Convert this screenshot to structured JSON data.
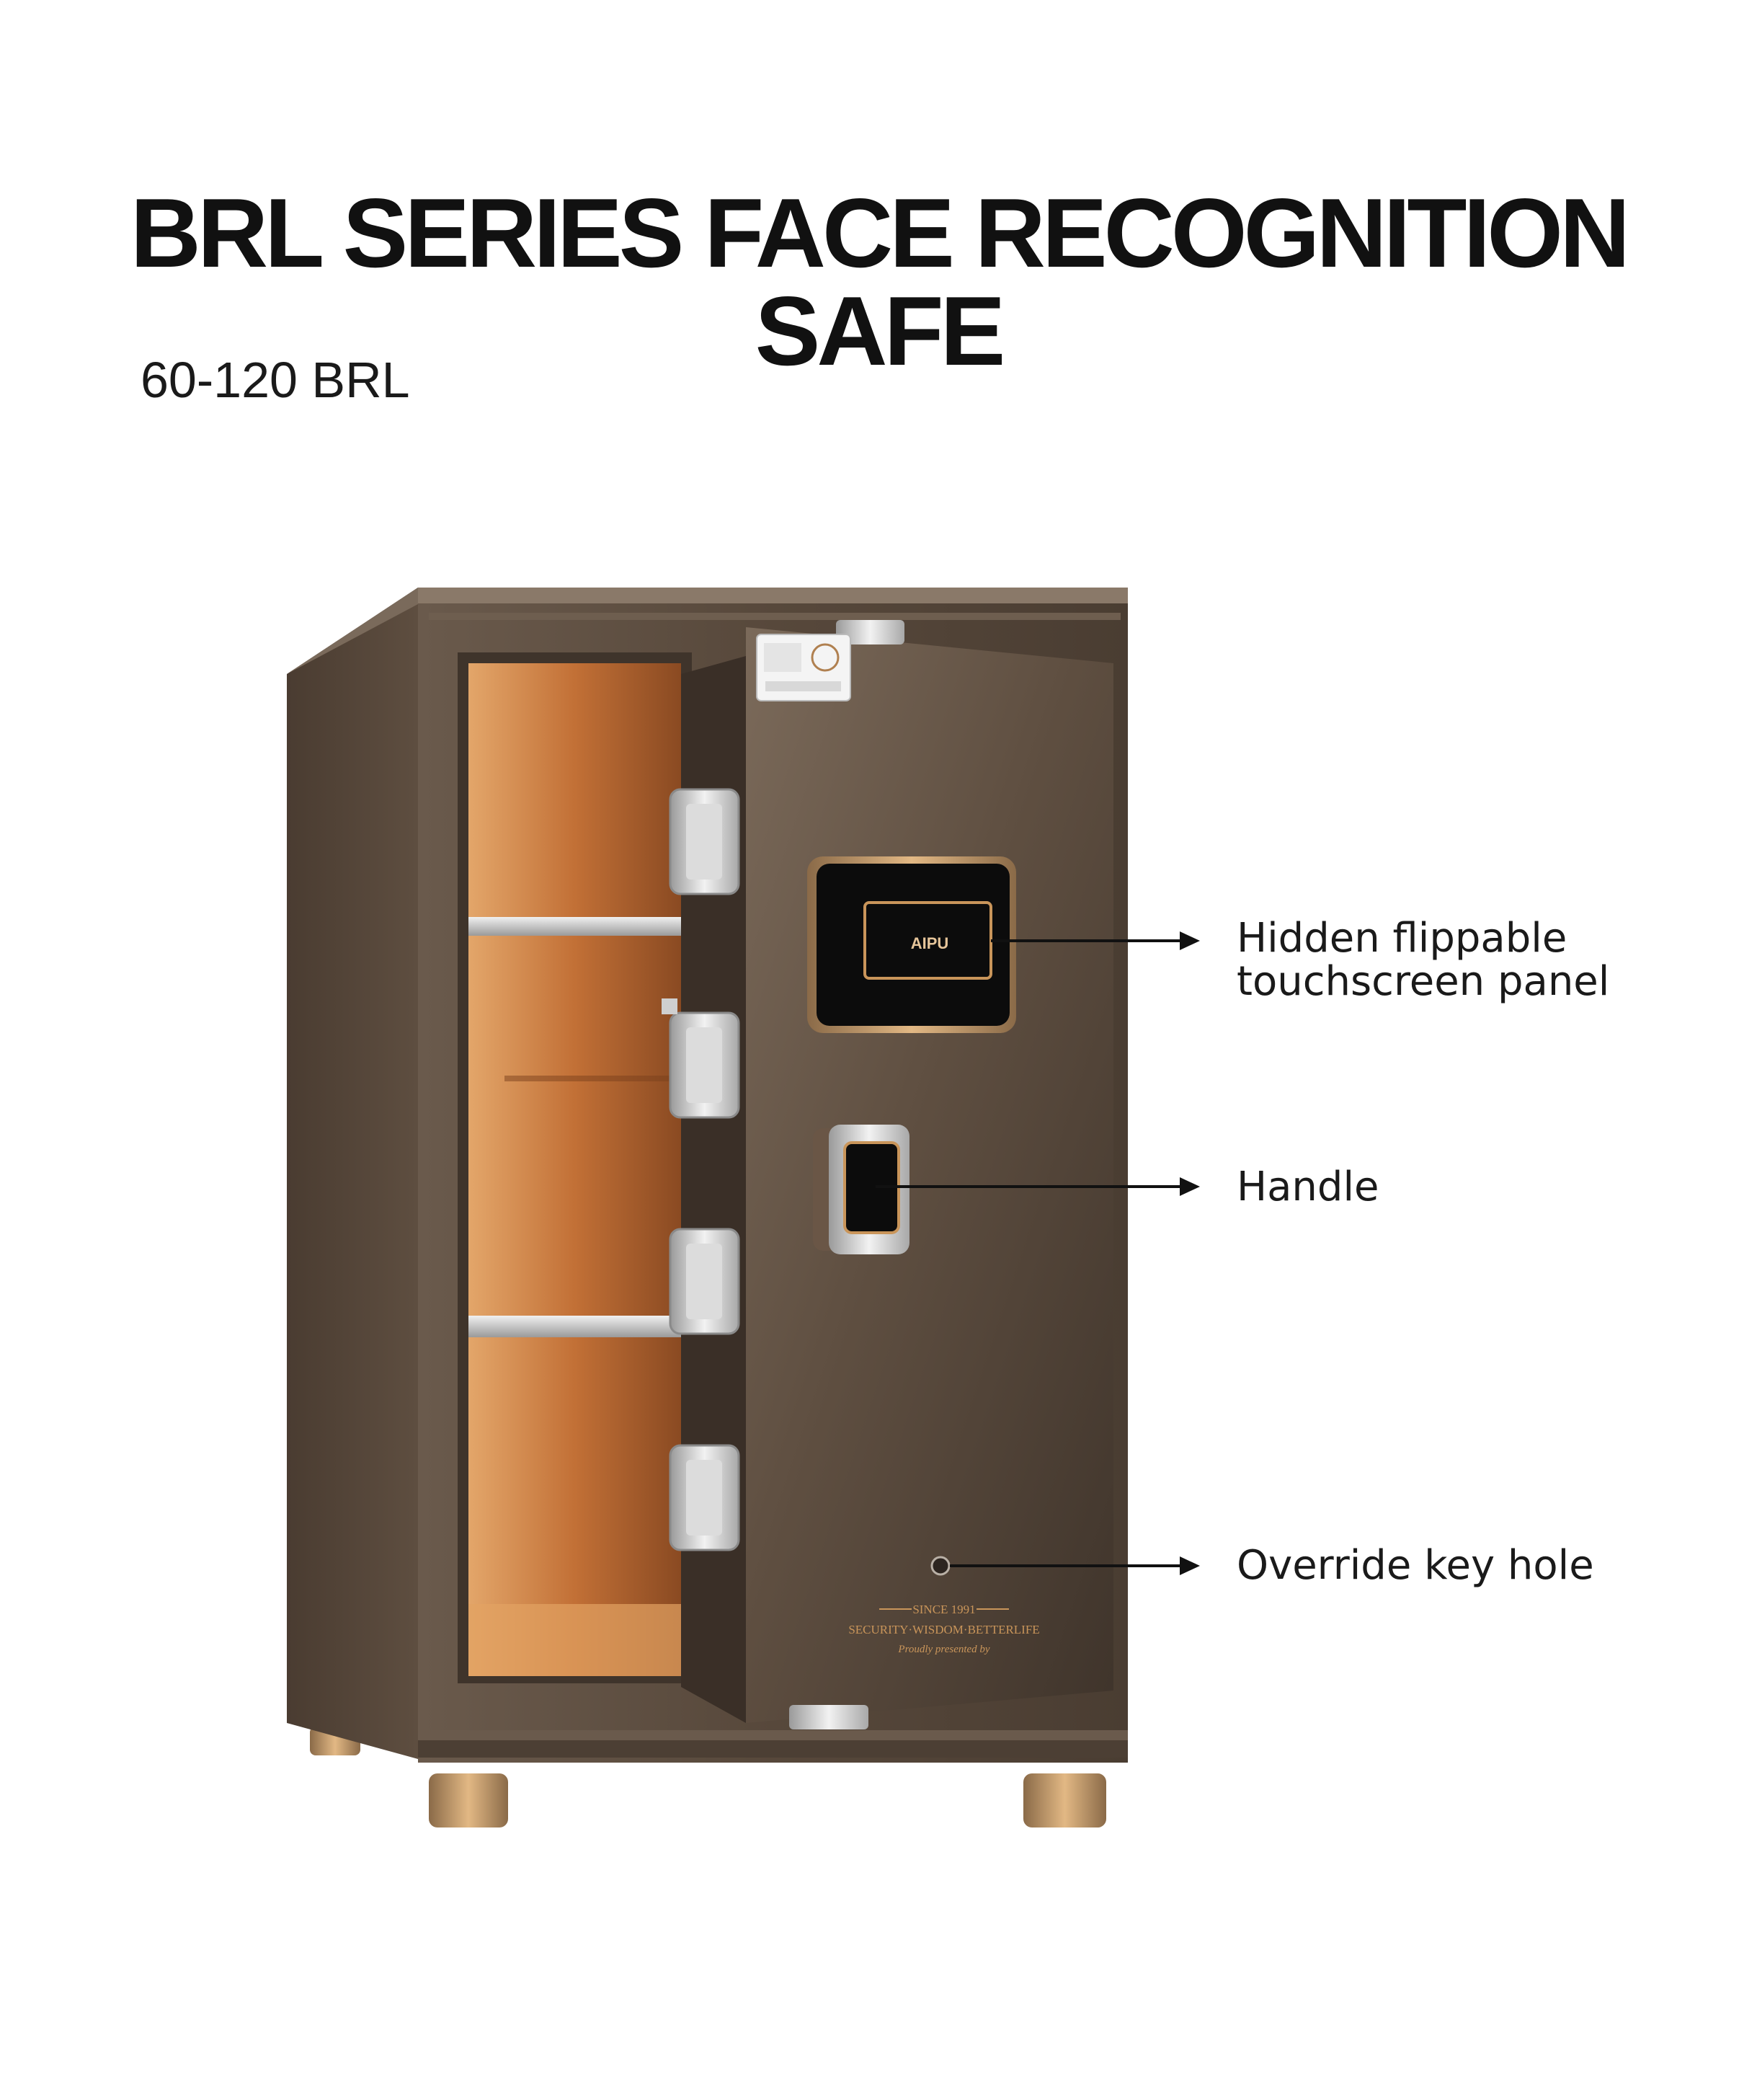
{
  "header": {
    "title": "BRL SERIES FACE RECOGNITION SAFE",
    "model": "60-120 BRL"
  },
  "callouts": {
    "panel_line1": "Hidden flippable",
    "panel_line2": "touchscreen panel",
    "handle": "Handle",
    "keyhole": "Override key hole"
  },
  "product": {
    "door_engraving_line1": "SINCE 1991",
    "door_engraving_line2": "SECURITY·WISDOM·BETTERLIFE",
    "door_engraving_line3": "Proudly presented by",
    "panel_logo": "AIPU"
  },
  "colors": {
    "body": "#5a4a3c",
    "interior": "#c2723a",
    "gold_trim": "#c9955a"
  }
}
